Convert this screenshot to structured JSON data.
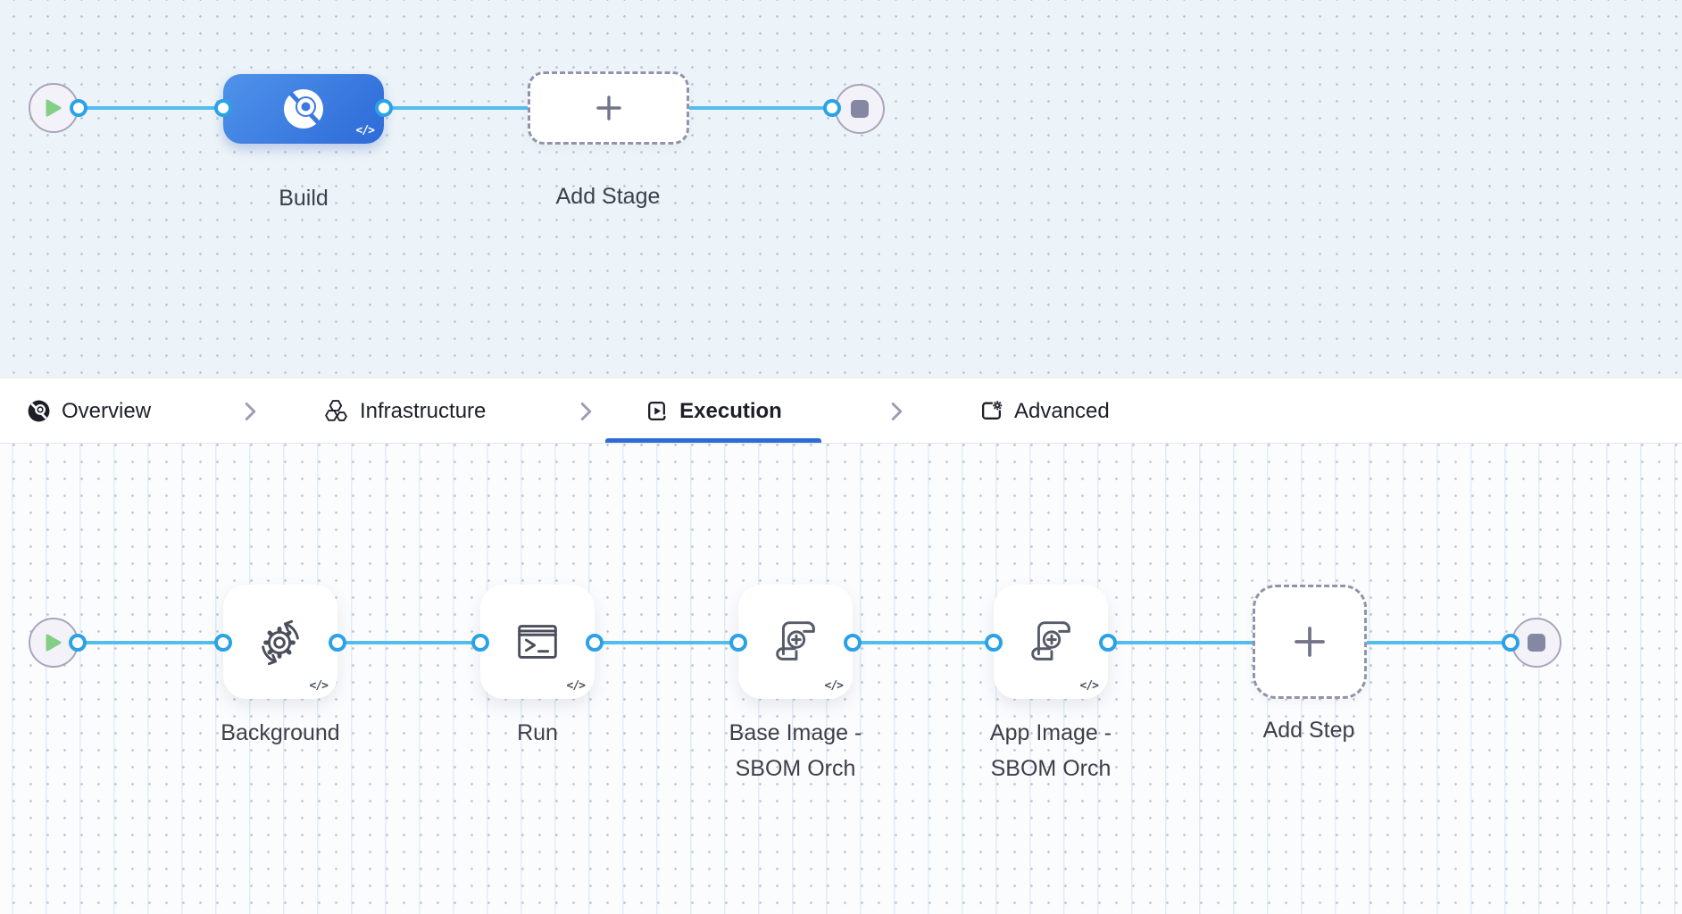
{
  "icons": {
    "code_badge": "</>"
  },
  "stage_flow": {
    "build_label": "Build",
    "add_stage_label": "Add Stage"
  },
  "tabbar": {
    "tabs": [
      {
        "id": "overview",
        "label": "Overview"
      },
      {
        "id": "infrastructure",
        "label": "Infrastructure"
      },
      {
        "id": "execution",
        "label": "Execution",
        "active": true
      },
      {
        "id": "advanced",
        "label": "Advanced"
      }
    ]
  },
  "execution_flow": {
    "steps": [
      {
        "id": "background",
        "lines": [
          "Background"
        ]
      },
      {
        "id": "run",
        "lines": [
          "Run"
        ]
      },
      {
        "id": "base-image-sbom-orch",
        "lines": [
          "Base Image -",
          "SBOM Orch"
        ]
      },
      {
        "id": "app-image-sbom-orch",
        "lines": [
          "App Image -",
          "SBOM Orch"
        ]
      }
    ],
    "add_step_label": "Add Step"
  },
  "colors": {
    "connector_blue": "#55bdee",
    "port_ring_blue": "#2ba2e6",
    "active_tab_underline": "#2e6bd6",
    "stage_node_blue": "#3b7de2",
    "start_play_green": "#84cf86",
    "end_stop_gray": "#8588a2",
    "canvas_top_bg": "#edf4f9",
    "canvas_bottom_bg": "#fbfcfe"
  }
}
